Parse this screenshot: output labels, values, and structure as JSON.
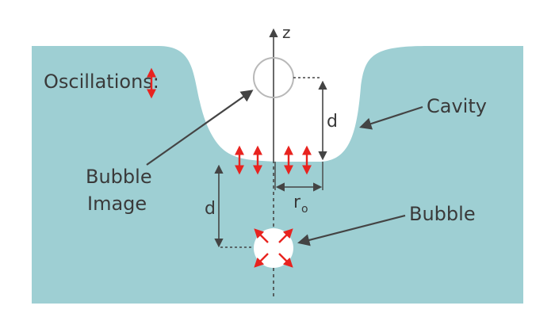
{
  "labels": {
    "oscillations": "Oscillations:",
    "cavity": "Cavity",
    "bubble_image_line1": "Bubble",
    "bubble_image_line2": "Image",
    "bubble": "Bubble",
    "axis_z": "z",
    "distance_top": "d",
    "distance_bottom": "d",
    "radius_symbol": "r",
    "radius_subscript": "o"
  },
  "colors": {
    "water": "#9ecfd3",
    "arrow_red": "#e8231f",
    "text": "#3a3a3a",
    "line": "#444444",
    "background": "#ffffff"
  },
  "icons": {
    "oscillation_marker": "red-double-arrow-icon",
    "bubble_force_arrows": "red-radial-arrow-icon"
  }
}
